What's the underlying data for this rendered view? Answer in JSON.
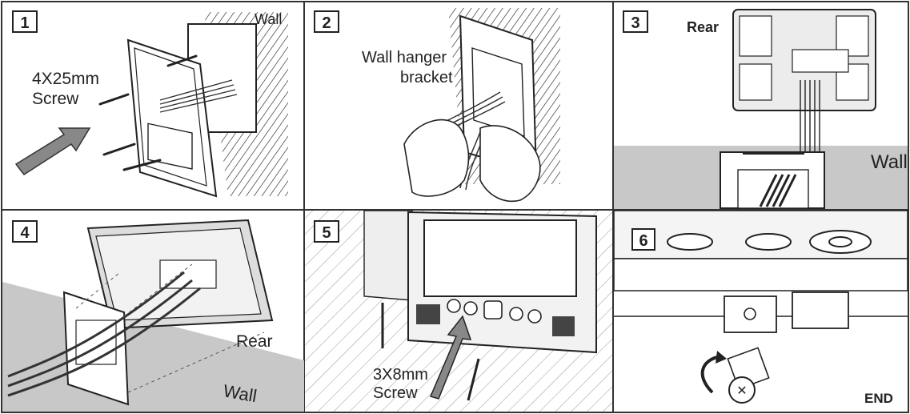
{
  "panels": [
    {
      "step": "1",
      "labels": {
        "wall": "Wall",
        "screw_size": "4X25mm",
        "screw": "Screw"
      }
    },
    {
      "step": "2",
      "labels": {
        "line1": "Wall hanger",
        "line2": "bracket"
      }
    },
    {
      "step": "3",
      "labels": {
        "rear": "Rear",
        "wall": "Wall"
      }
    },
    {
      "step": "4",
      "labels": {
        "rear": "Rear",
        "wall": "Wall"
      }
    },
    {
      "step": "5",
      "labels": {
        "screw_size": "3X8mm",
        "screw": "Screw"
      }
    },
    {
      "step": "6",
      "labels": {
        "end": "END"
      }
    }
  ],
  "colors": {
    "border": "#333333",
    "wall_gray": "#c8c8c8",
    "line": "#2a2a2a"
  }
}
